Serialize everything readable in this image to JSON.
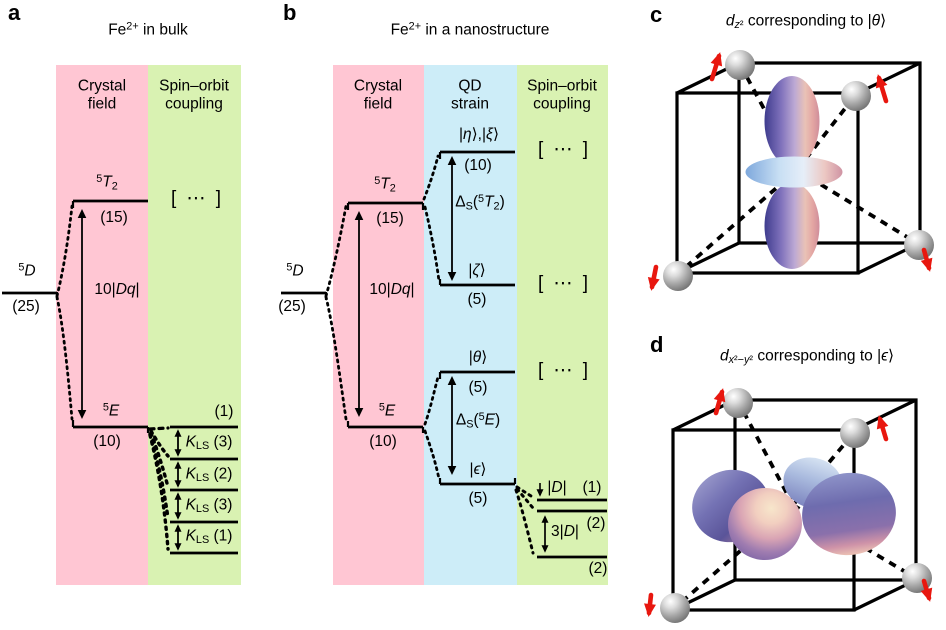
{
  "colors": {
    "pink": "#ffc6d3",
    "blue": "#cdedf8",
    "green": "#d9f2b2",
    "red": "#e8170f"
  },
  "a": {
    "letter": "a",
    "title": "Fe<sup>2+</sup> in bulk",
    "col_crystal": "Crystal<br>field",
    "col_so": "Spin–orbit<br>coupling",
    "level_D": "<sup>5</sup><i>D</i>",
    "deg_D": "(25)",
    "level_T2": "<sup>5</sup><i>T</i><sub>2</sub>",
    "deg_T2": "(15)",
    "level_E": "<sup>5</sup><i>E</i>",
    "deg_E": "(10)",
    "gap_Dq": "10|<i>Dq</i>|",
    "bracket": "[ ⋯ ]",
    "so_top_deg": "(1)",
    "kls": [
      {
        "label": "<i>K</i><sub>LS</sub> (3)"
      },
      {
        "label": "<i>K</i><sub>LS</sub> (2)"
      },
      {
        "label": "<i>K</i><sub>LS</sub> (3)"
      },
      {
        "label": "<i>K</i><sub>LS</sub> (1)"
      }
    ]
  },
  "b": {
    "letter": "b",
    "title": "Fe<sup>2+</sup> in a nanostructure",
    "col_crystal": "Crystal<br>field",
    "col_qd": "QD<br>strain",
    "col_so": "Spin–orbit<br>coupling",
    "level_D": "<sup>5</sup><i>D</i>",
    "deg_D": "(25)",
    "level_T2": "<sup>5</sup><i>T</i><sub>2</sub>",
    "deg_T2": "(15)",
    "level_E": "<sup>5</sup><i>E</i>",
    "deg_E": "(10)",
    "gap_Dq": "10|<i>Dq</i>|",
    "level_etaxi": "|<i>η</i>⟩,|<i>ξ</i>⟩",
    "deg_etaxi": "(10)",
    "gap_T2": "Δ<sub>S</sub>(<sup>5</sup><i>T</i><sub>2</sub>)",
    "level_zeta": "|<i>ζ</i>⟩",
    "deg_zeta": "(5)",
    "level_theta": "|<i>θ</i>⟩",
    "deg_theta": "(5)",
    "gap_E": "Δ<sub>S</sub>(<sup>5</sup><i>E</i>)",
    "level_eps": "|<i>ϵ</i>⟩",
    "deg_eps": "(5)",
    "bracket": "[ ⋯ ]",
    "gap_D": "|<i>D</i>|",
    "deg_so1": "(1)",
    "gap_3D": "3|<i>D</i>|",
    "deg_so2": "(2)",
    "deg_so3": "(2)"
  },
  "c": {
    "letter": "c",
    "title": "<i>d</i><sub><i>z</i>²</sub> corresponding to |<i>θ</i>⟩"
  },
  "d": {
    "letter": "d",
    "title": "<i>d</i><sub><i>x</i>²−<i>y</i>²</sub> corresponding to |<i>ϵ</i>⟩"
  }
}
